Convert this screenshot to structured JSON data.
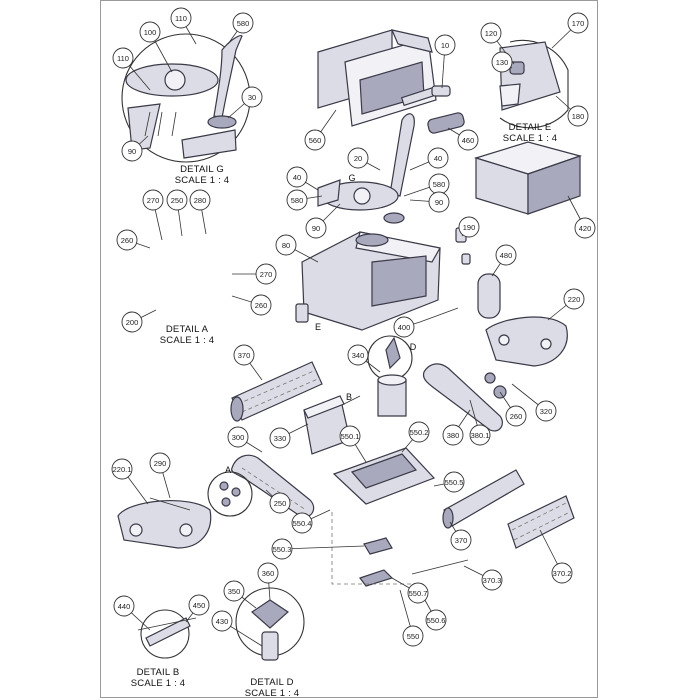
{
  "details": [
    {
      "id": "G",
      "title": "DETAIL G",
      "scale": "SCALE 1 : 4"
    },
    {
      "id": "E",
      "title": "DETAIL E",
      "scale": "SCALE 1 : 4"
    },
    {
      "id": "A",
      "title": "DETAIL A",
      "scale": "SCALE 1 : 4"
    },
    {
      "id": "B",
      "title": "DETAIL B",
      "scale": "SCALE 1 : 4"
    },
    {
      "id": "D",
      "title": "DETAIL D",
      "scale": "SCALE 1 : 4"
    }
  ],
  "view_letters": [
    "G",
    "E",
    "D",
    "A",
    "B"
  ],
  "callouts": [
    "110",
    "100",
    "110",
    "580",
    "30",
    "90",
    "560",
    "10",
    "460",
    "20",
    "40",
    "40",
    "580",
    "580",
    "90",
    "90",
    "120",
    "170",
    "130",
    "180",
    "420",
    "270",
    "250",
    "280",
    "260",
    "270",
    "260",
    "200",
    "80",
    "190",
    "480",
    "220",
    "400",
    "370",
    "340",
    "320",
    "260",
    "380",
    "380.1",
    "300",
    "330",
    "550.1",
    "550.2",
    "220.1",
    "290",
    "250",
    "550.5",
    "550.4",
    "370",
    "370.2",
    "550.3",
    "550.7",
    "370.3",
    "360",
    "550.6",
    "550",
    "440",
    "450",
    "350",
    "430"
  ]
}
